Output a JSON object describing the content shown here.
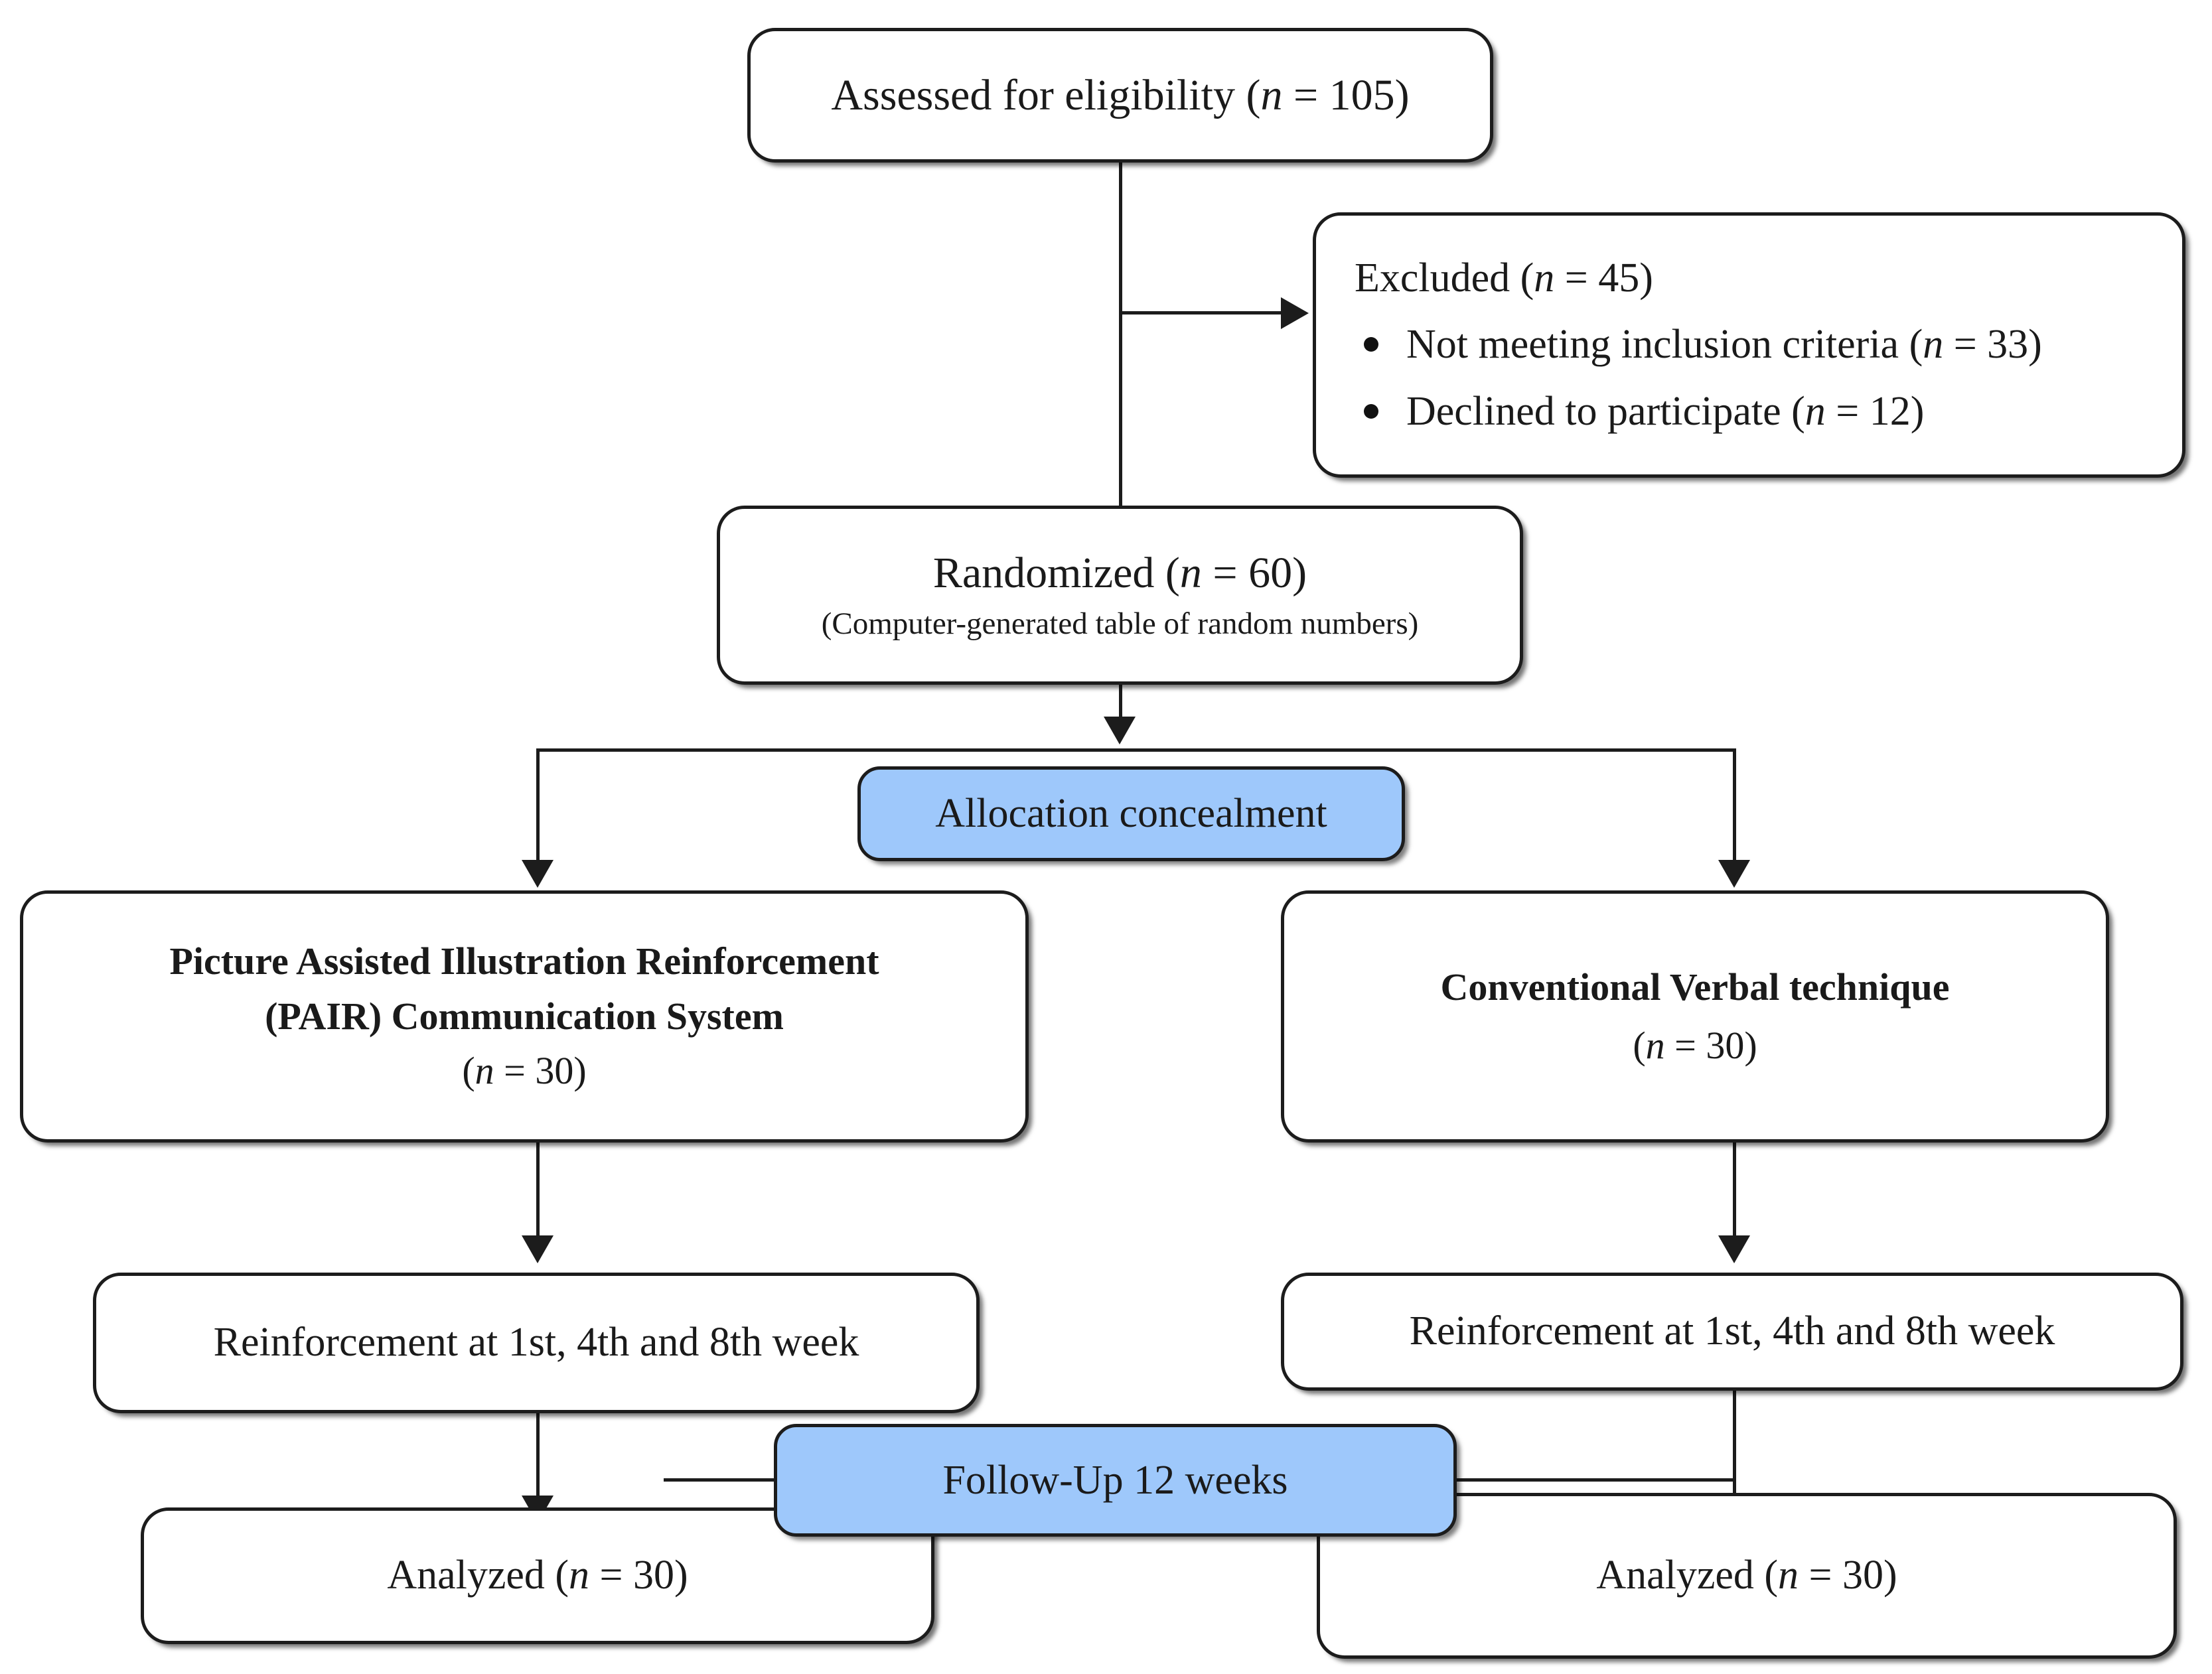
{
  "diagram": {
    "type": "CONSORT participant flow diagram",
    "accent_blue": "#9EC8FB",
    "line_color": "#1c1c1c",
    "background": "#ffffff"
  },
  "nodes": {
    "eligibility": {
      "text": "Assessed for eligibility (",
      "italic_n": "n",
      "eq_value": " = 105)"
    },
    "excluded": {
      "heading_prefix": "Excluded (",
      "heading_n": "n",
      "heading_suffix": " = 45)",
      "items": [
        {
          "text_prefix": "Not meeting inclusion criteria (",
          "n": "n",
          "text_suffix": " = 33)"
        },
        {
          "text_prefix": "Declined to participate (",
          "n": "n",
          "text_suffix": " = 12)"
        }
      ]
    },
    "randomized": {
      "line1_prefix": "Randomized (",
      "line1_n": "n",
      "line1_suffix": " = 60)",
      "line2": "(Computer-generated table of random numbers)"
    },
    "allocation_banner": {
      "label": "Allocation concealment"
    },
    "arm_left": {
      "line1": "Picture Assisted Illustration Reinforcement",
      "line2": "(PAIR) Communication System",
      "line3_prefix": "(",
      "line3_n": "n",
      "line3_suffix": " = 30)"
    },
    "arm_right": {
      "line1": "Conventional Verbal technique",
      "line2_prefix": "(",
      "line2_n": "n",
      "line2_suffix": " = 30)"
    },
    "reinforce_left": {
      "text": "Reinforcement at 1st, 4th and 8th week"
    },
    "reinforce_right": {
      "text": "Reinforcement at 1st, 4th and 8th week"
    },
    "followup_banner": {
      "label": "Follow-Up 12 weeks"
    },
    "analyzed_left": {
      "text_prefix": "Analyzed (",
      "n": "n",
      "text_suffix": " = 30)"
    },
    "analyzed_right": {
      "text_prefix": "Analyzed (",
      "n": "n",
      "text_suffix": " = 30)"
    }
  }
}
